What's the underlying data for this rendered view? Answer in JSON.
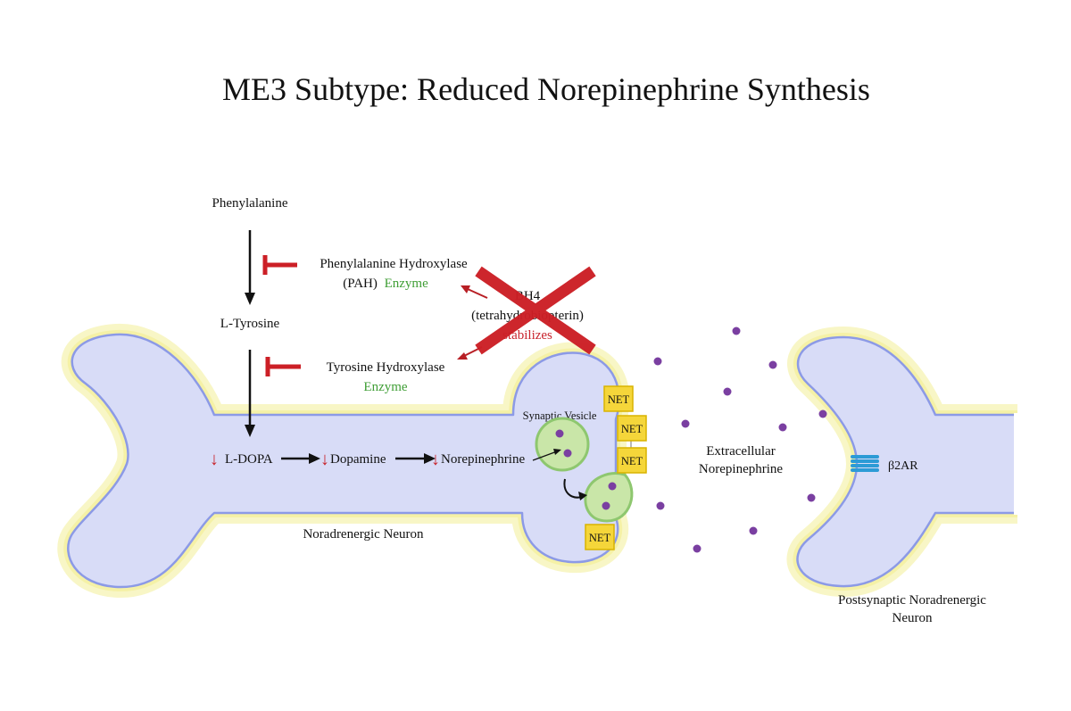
{
  "title": "ME3 Subtype: Reduced Norepinephrine Synthesis",
  "colors": {
    "neuron_fill": "#d8dcf7",
    "neuron_outline": "#8c9ae6",
    "neuron_halo": "#f8f6c6",
    "inhibit_red": "#cc1f26",
    "enzyme_green": "#3f9e35",
    "vesicle_fill": "#c9e6a8",
    "vesicle_outline": "#8ec76f",
    "molecule": "#7a3fa1",
    "net_fill": "#f5d63a",
    "net_outline": "#d9b400",
    "receptor": "#2c9bd6"
  },
  "pathway": {
    "phenylalanine": "Phenylalanine",
    "l_tyrosine": "L-Tyrosine",
    "pah_line1": "Phenylalanine Hydroxylase",
    "pah_line2_prefix": "(PAH)",
    "pah_enzyme": "Enzyme",
    "th_line1": "Tyrosine Hydroxylase",
    "th_enzyme": "Enzyme",
    "bh4_line1": "BH4",
    "bh4_line2": "(tetrahydrobiopterin)",
    "bh4_line3": "stabilizes",
    "l_dopa": "L-DOPA",
    "dopamine": "Dopamine",
    "norepinephrine": "Norepinephrine",
    "down_arrow_glyph": "↓"
  },
  "labels": {
    "synaptic_vesicle": "Synaptic Vesicle",
    "extracellular_line1": "Extracellular",
    "extracellular_line2": "Norepinephrine",
    "noradrenergic_neuron": "Noradrenergic Neuron",
    "postsynaptic_line1": "Postsynaptic Noradrenergic",
    "postsynaptic_line2": "Neuron",
    "receptor": "β2AR",
    "net": "NET"
  }
}
